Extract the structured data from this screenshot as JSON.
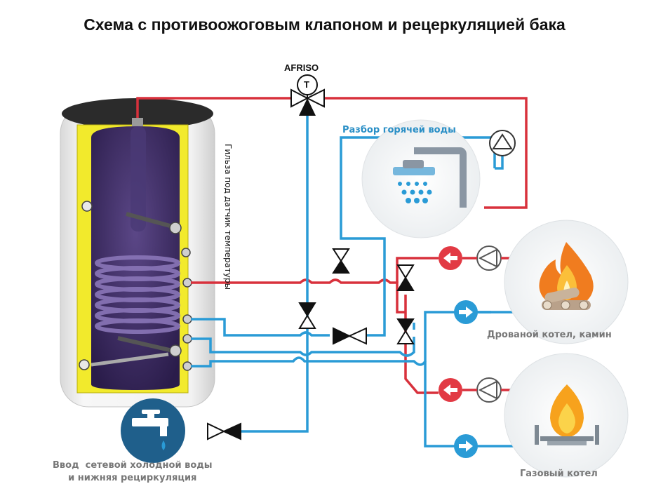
{
  "title": "Схема с противоожоговым клапоном и рецеркуляцией бака",
  "labels": {
    "valve_brand": "AFRISO",
    "valve_symbol": "T",
    "hot_water_draw": "Разбор горячей воды",
    "sensor_sleeve": "Гильза под датчик температуры",
    "wood_boiler": "Дрованой котел, камин",
    "gas_boiler": "Газовый котел",
    "cold_inlet_line1": "Ввод  сетевой холодной воды",
    "cold_inlet_line2": "и нижняя рециркуляция"
  },
  "colors": {
    "hot_pipe": "#d8313c",
    "cold_pipe": "#2a9bd6",
    "tank_jacket": "#f2ea2c",
    "tank_inner": "#3a2a63",
    "coil": "#5d4a8f",
    "arrow_red": "#e23a44",
    "arrow_blue": "#2a9bd6"
  },
  "icons": [
    "shower-icon",
    "fire-icon",
    "gas-flame-icon",
    "faucet-icon",
    "pump-icon",
    "valve-icon",
    "thermostatic-valve-icon"
  ]
}
